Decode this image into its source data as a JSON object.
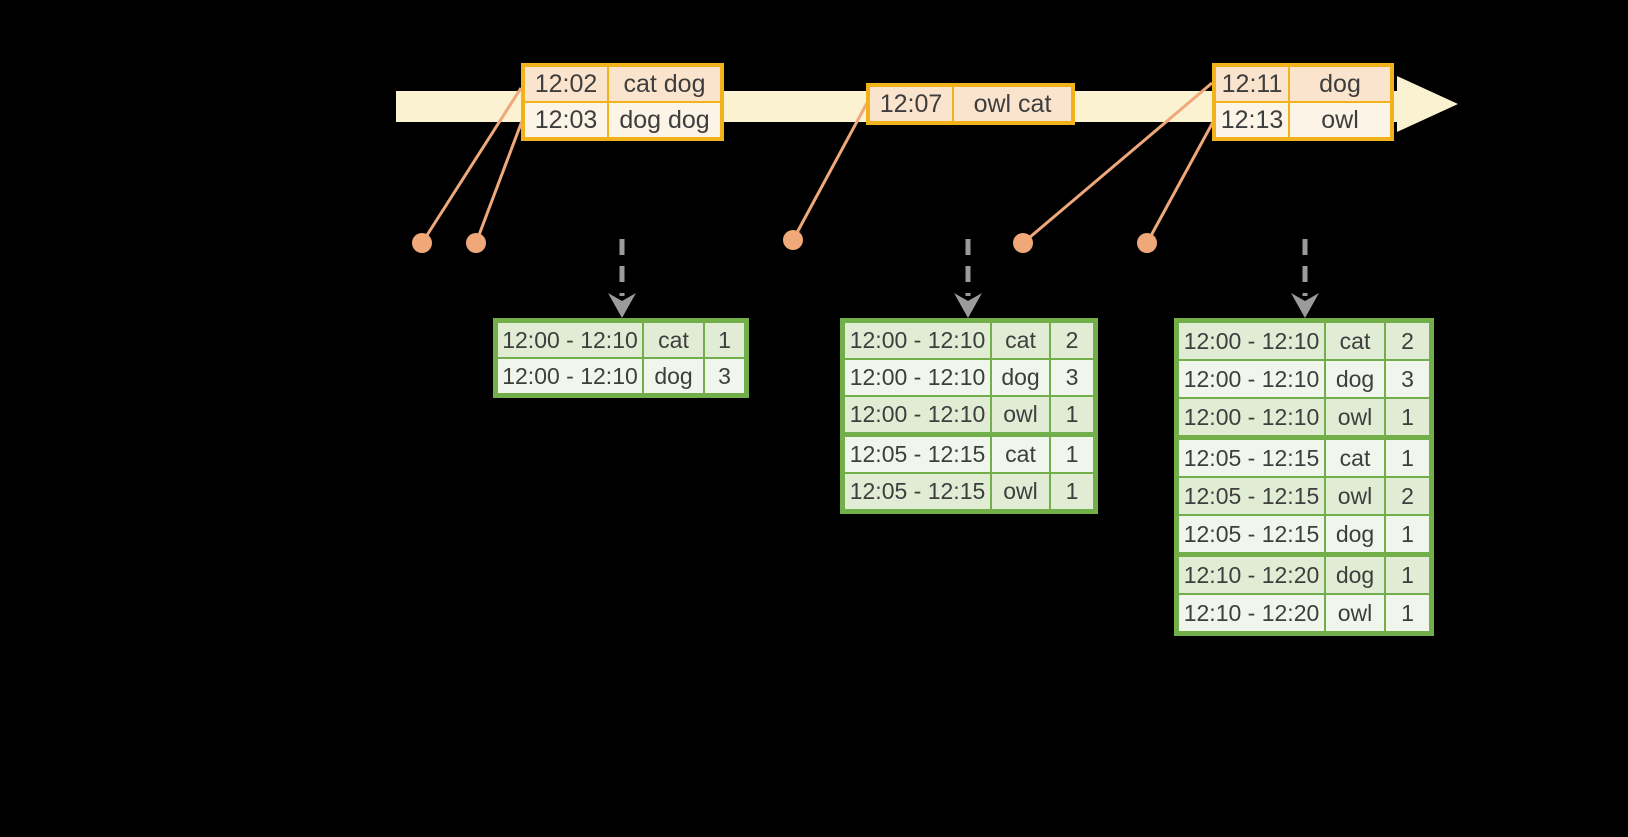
{
  "diagram": {
    "description_colors": {
      "background": "#000000",
      "timeline_bar": "#faf2d0",
      "event_table_border": "#f2b21b",
      "event_row_peach": "#fae4cd",
      "event_row_cream": "#fcf4e6",
      "result_table_border": "#72af4b",
      "result_row_green": "#e1ecd5",
      "result_row_white": "#f1f6ec",
      "connector_orange": "#efa87a",
      "dashed_arrow_gray": "#9b9b9b",
      "text": "#3e3e3e"
    },
    "event_tables": [
      {
        "rows": [
          {
            "time": "12:02",
            "words": "cat dog"
          },
          {
            "time": "12:03",
            "words": "dog dog"
          }
        ]
      },
      {
        "rows": [
          {
            "time": "12:07",
            "words": "owl cat"
          }
        ]
      },
      {
        "rows": [
          {
            "time": "12:11",
            "words": "dog"
          },
          {
            "time": "12:13",
            "words": "owl"
          }
        ]
      }
    ],
    "result_tables": [
      {
        "group_breaks": [],
        "rows": [
          {
            "window": "12:00 - 12:10",
            "word": "cat",
            "count": "1"
          },
          {
            "window": "12:00 - 12:10",
            "word": "dog",
            "count": "3"
          }
        ]
      },
      {
        "group_breaks": [
          3
        ],
        "rows": [
          {
            "window": "12:00 - 12:10",
            "word": "cat",
            "count": "2"
          },
          {
            "window": "12:00 - 12:10",
            "word": "dog",
            "count": "3"
          },
          {
            "window": "12:00 - 12:10",
            "word": "owl",
            "count": "1"
          },
          {
            "window": "12:05 - 12:15",
            "word": "cat",
            "count": "1"
          },
          {
            "window": "12:05 - 12:15",
            "word": "owl",
            "count": "1"
          }
        ]
      },
      {
        "group_breaks": [
          3,
          6
        ],
        "rows": [
          {
            "window": "12:00 - 12:10",
            "word": "cat",
            "count": "2"
          },
          {
            "window": "12:00 - 12:10",
            "word": "dog",
            "count": "3"
          },
          {
            "window": "12:00 - 12:10",
            "word": "owl",
            "count": "1"
          },
          {
            "window": "12:05 - 12:15",
            "word": "cat",
            "count": "1"
          },
          {
            "window": "12:05 - 12:15",
            "word": "owl",
            "count": "2"
          },
          {
            "window": "12:05 - 12:15",
            "word": "dog",
            "count": "1"
          },
          {
            "window": "12:10 - 12:20",
            "word": "dog",
            "count": "1"
          },
          {
            "window": "12:10 - 12:20",
            "word": "owl",
            "count": "1"
          }
        ]
      }
    ]
  }
}
